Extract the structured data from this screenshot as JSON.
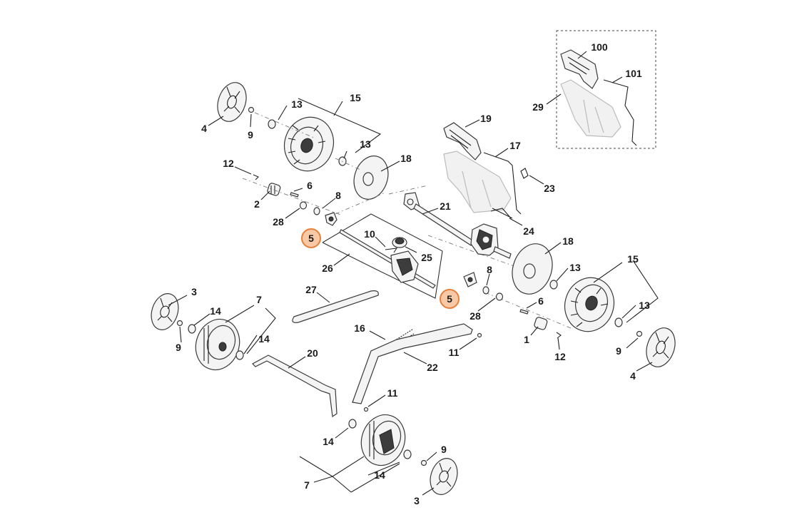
{
  "diagram": {
    "title": "",
    "highlight_color": "#f8c9a6",
    "highlight_border": "#e87f3a",
    "labels": [
      {
        "id": "l100",
        "text": "100"
      },
      {
        "id": "l101",
        "text": "101"
      },
      {
        "id": "l29",
        "text": "29"
      },
      {
        "id": "l13a",
        "text": "13"
      },
      {
        "id": "l15a",
        "text": "15"
      },
      {
        "id": "l4a",
        "text": "4"
      },
      {
        "id": "l9a",
        "text": "9"
      },
      {
        "id": "l13b",
        "text": "13"
      },
      {
        "id": "l19",
        "text": "19"
      },
      {
        "id": "l17",
        "text": "17"
      },
      {
        "id": "l18a",
        "text": "18"
      },
      {
        "id": "l12a",
        "text": "12"
      },
      {
        "id": "l23",
        "text": "23"
      },
      {
        "id": "l6a",
        "text": "6"
      },
      {
        "id": "l2",
        "text": "2"
      },
      {
        "id": "l8a",
        "text": "8"
      },
      {
        "id": "l21",
        "text": "21"
      },
      {
        "id": "l28a",
        "text": "28"
      },
      {
        "id": "l24",
        "text": "24"
      },
      {
        "id": "l10",
        "text": "10"
      },
      {
        "id": "l18b",
        "text": "18"
      },
      {
        "id": "l25",
        "text": "25"
      },
      {
        "id": "l26",
        "text": "26"
      },
      {
        "id": "l15b",
        "text": "15"
      },
      {
        "id": "l8b",
        "text": "8"
      },
      {
        "id": "l13c",
        "text": "13"
      },
      {
        "id": "l27",
        "text": "27"
      },
      {
        "id": "l3a",
        "text": "3"
      },
      {
        "id": "l7a",
        "text": "7"
      },
      {
        "id": "l6b",
        "text": "6"
      },
      {
        "id": "l14a",
        "text": "14"
      },
      {
        "id": "l28b",
        "text": "28"
      },
      {
        "id": "l13d",
        "text": "13"
      },
      {
        "id": "l14b",
        "text": "14"
      },
      {
        "id": "l9b",
        "text": "9"
      },
      {
        "id": "l16",
        "text": "16"
      },
      {
        "id": "l1",
        "text": "1"
      },
      {
        "id": "l9c",
        "text": "9"
      },
      {
        "id": "l20",
        "text": "20"
      },
      {
        "id": "l11a",
        "text": "11"
      },
      {
        "id": "l12b",
        "text": "12"
      },
      {
        "id": "l4b",
        "text": "4"
      },
      {
        "id": "l22",
        "text": "22"
      },
      {
        "id": "l11b",
        "text": "11"
      },
      {
        "id": "l14c",
        "text": "14"
      },
      {
        "id": "l9d",
        "text": "9"
      },
      {
        "id": "l14d",
        "text": "14"
      },
      {
        "id": "l7b",
        "text": "7"
      },
      {
        "id": "l3b",
        "text": "3"
      }
    ],
    "highlighted": [
      {
        "id": "h5a",
        "text": "5"
      },
      {
        "id": "h5b",
        "text": "5"
      }
    ]
  }
}
